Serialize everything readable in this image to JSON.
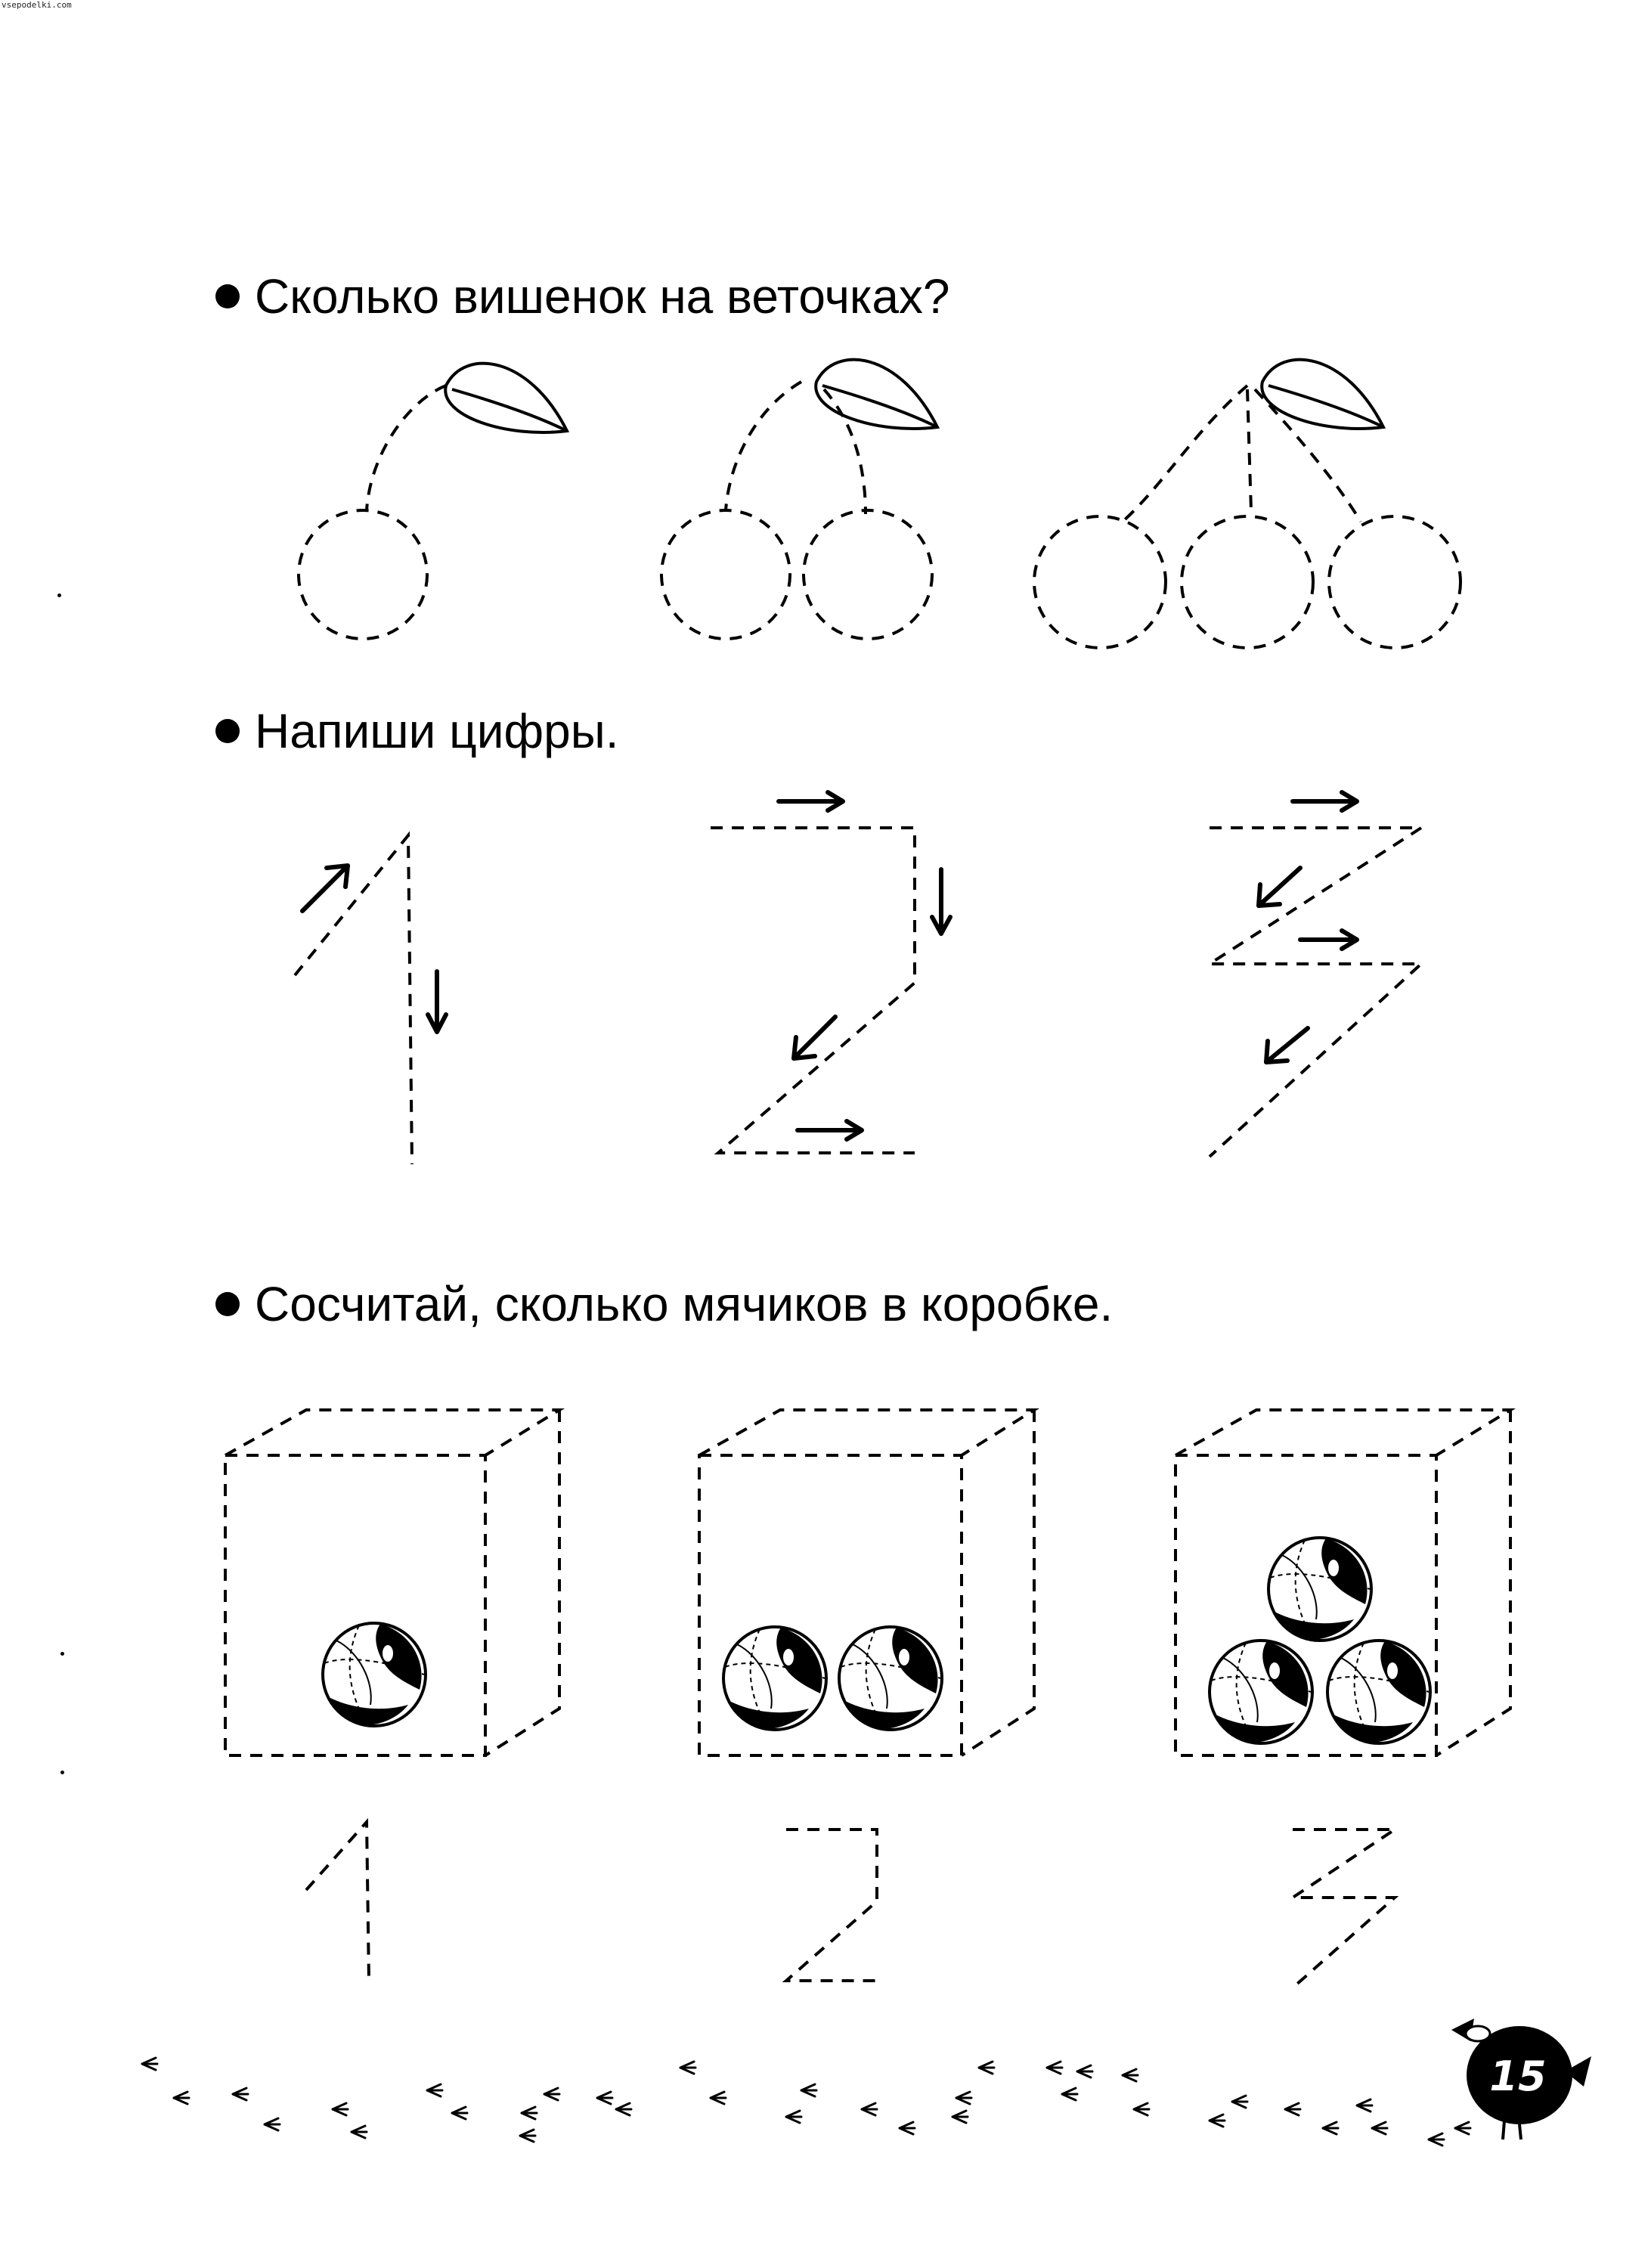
{
  "watermark": "vsepodelki.com",
  "tasks": [
    {
      "id": "cherries",
      "text": "Сколько вишенок на веточках?"
    },
    {
      "id": "digits",
      "text": "Напиши цифры."
    },
    {
      "id": "balls",
      "text": "Сосчитай, сколько мячиков в коробке."
    }
  ],
  "page_number": "15",
  "cherry_groups": [
    1,
    2,
    3
  ],
  "ball_counts": [
    1,
    2,
    3
  ],
  "icons": {
    "bullet": "bullet-dot-icon",
    "mascot": "bird-mascot-icon",
    "footprint": "bird-footprint-icon",
    "direction": "stroke-arrow-icon"
  }
}
